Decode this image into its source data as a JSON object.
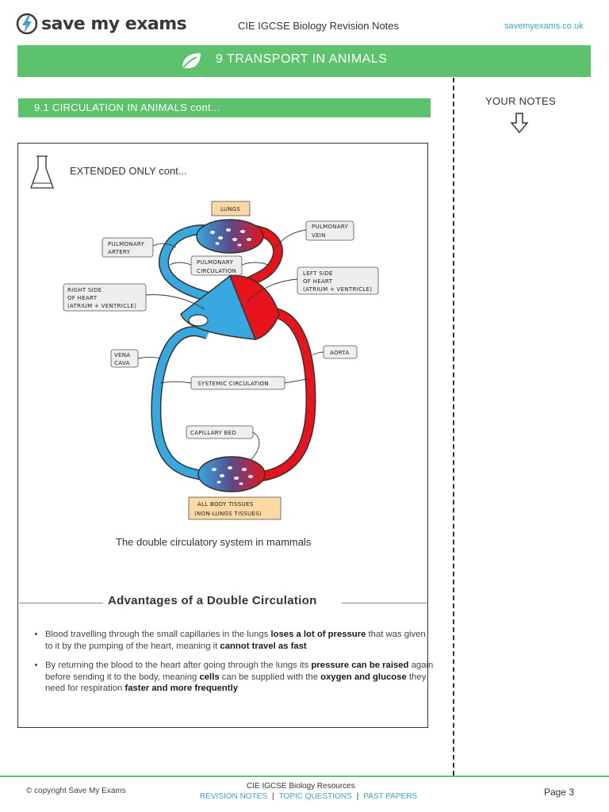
{
  "header": {
    "brand": "save my exams",
    "title": "CIE IGCSE Biology Revision Notes",
    "site": "savemyexams.co.uk"
  },
  "banner": {
    "title": "9 TRANSPORT IN ANIMALS",
    "icon": "leaf-icon",
    "color": "#5cc26b"
  },
  "section": {
    "title": "9.1   CIRCULATION IN ANIMALS  cont..."
  },
  "side": {
    "your_notes": "YOUR NOTES"
  },
  "content": {
    "extended": "EXTENDED ONLY cont...",
    "diagram_labels": {
      "lungs": "LUNGS",
      "pulmonary_vein_1": "PULMONARY",
      "pulmonary_vein_2": "VEIN",
      "pulmonary_artery_1": "PULMONARY",
      "pulmonary_artery_2": "ARTERY",
      "pulmonary_circ_1": "PULMONARY",
      "pulmonary_circ_2": "CIRCULATION",
      "left_side_1": "LEFT  SIDE",
      "left_side_2": "OF  HEART",
      "left_side_3": "(ATRIUM + VENTRICLE)",
      "right_side_1": "RIGHT SIDE",
      "right_side_2": "OF  HEART",
      "right_side_3": "(ATRIUM + VENTRICLE)",
      "vena_cava_1": "VENA",
      "vena_cava_2": "CAVA",
      "aorta": "AORTA",
      "systemic": "SYSTEMIC   CIRCULATION",
      "capillary": "CAPILLARY   BED",
      "tissues_1": "ALL  BODY  TISSUES",
      "tissues_2": "(NON-LUNGS  TISSUES)"
    },
    "caption": "The double circulatory system in mammals",
    "advantages_title": "Advantages of a Double Circulation",
    "bullet1": {
      "t1": "Blood travelling through the small capillaries in the lungs ",
      "b1": "loses a lot of pressure",
      "t2": " that was given to it by the pumping of the heart, meaning it ",
      "b2": "cannot travel as fast"
    },
    "bullet2": {
      "t1": "By returning the blood to the heart after going through the lungs its ",
      "b1": "pressure can be raised",
      "t2": " again before sending it to the body, meaning ",
      "b2": "cells",
      "t3": " can be supplied with the ",
      "b3": "oxygen and glucose",
      "t4": " they need for respiration ",
      "b4": "faster and more frequently"
    }
  },
  "footer": {
    "copyright": "© copyright Save My Exams",
    "title": "CIE IGCSE Biology Resources",
    "links": [
      "REVISION NOTES",
      "TOPIC QUESTIONS",
      "PAST PAPERS"
    ],
    "page": "Page  3"
  },
  "colors": {
    "oxygenated": "#e8131b",
    "deoxygenated": "#38a8e0",
    "accent": "#5cc26b",
    "link": "#3aa6c8"
  }
}
